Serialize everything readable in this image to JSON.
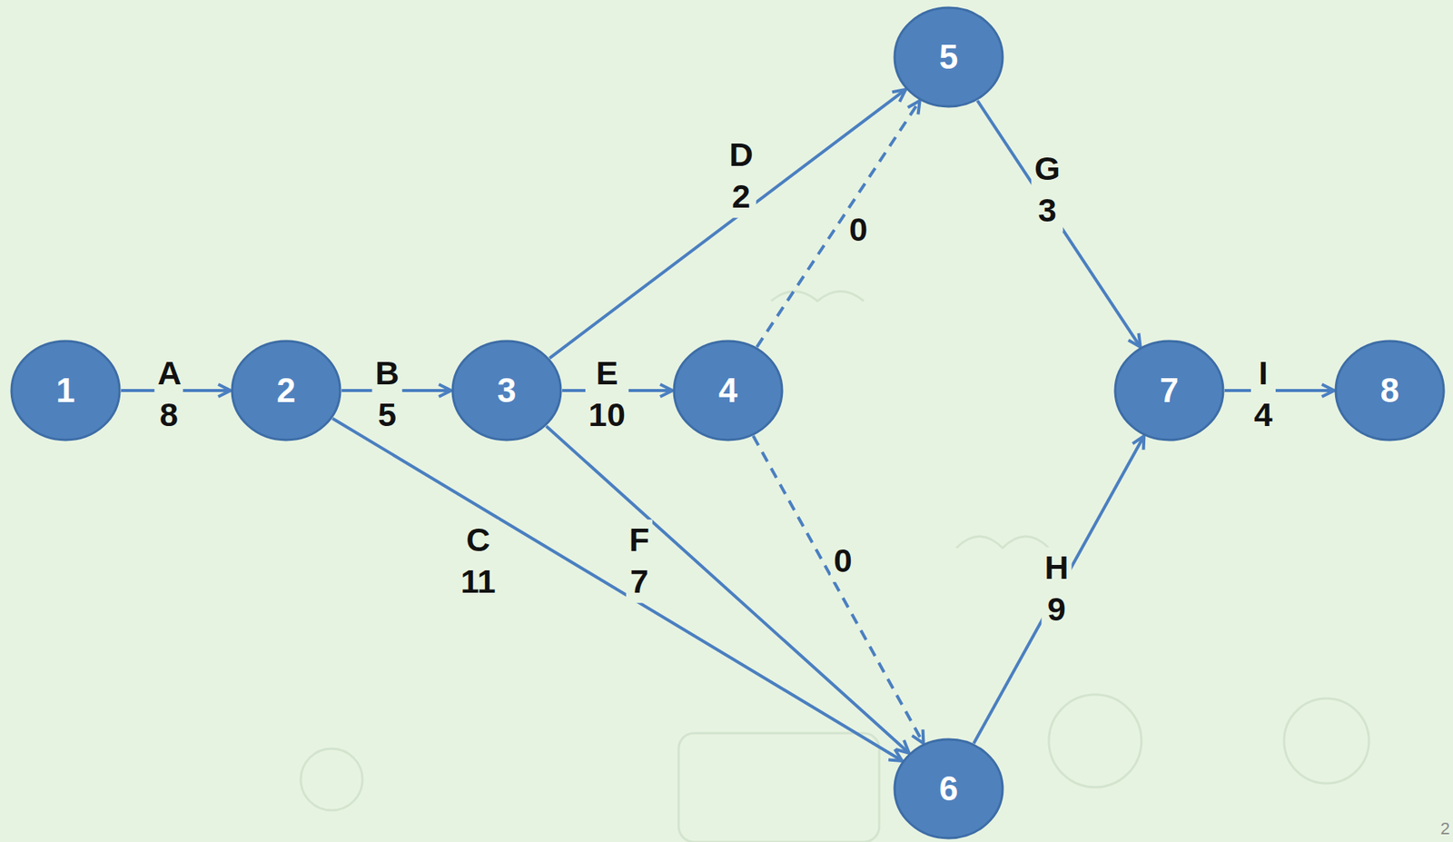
{
  "diagram": {
    "nodes": [
      {
        "text": [
          "1"
        ]
      },
      {
        "text": [
          "2"
        ]
      },
      {
        "text": [
          "3"
        ]
      },
      {
        "text": [
          "4"
        ]
      },
      {
        "text": [
          "5"
        ]
      },
      {
        "text": [
          "6"
        ]
      },
      {
        "text": [
          "7"
        ]
      },
      {
        "text": [
          "8"
        ]
      }
    ],
    "edges": [
      {
        "from": 0,
        "to": 1,
        "arrow": "to",
        "label": "A 8"
      },
      {
        "from": 1,
        "to": 2,
        "arrow": "to",
        "label": "B 5"
      },
      {
        "from": 1,
        "to": 5,
        "arrow": "to",
        "label": "C 11"
      },
      {
        "from": 2,
        "to": 4,
        "arrow": "to",
        "label": "D 2"
      },
      {
        "from": 2,
        "to": 3,
        "arrow": "to",
        "label": "E 10"
      },
      {
        "from": 2,
        "to": 5,
        "arrow": "to",
        "label": "F 7"
      },
      {
        "from": 4,
        "to": 6,
        "arrow": "to",
        "label": "G 3"
      },
      {
        "from": 5,
        "to": 6,
        "arrow": "to",
        "label": "H 9"
      },
      {
        "from": 6,
        "to": 7,
        "arrow": "to",
        "label": "I 4"
      },
      {
        "from": 3,
        "to": 4,
        "arrow": "to",
        "label": "0"
      },
      {
        "from": 3,
        "to": 5,
        "arrow": "to",
        "label": "0"
      }
    ],
    "labels": [
      "2"
    ]
  }
}
